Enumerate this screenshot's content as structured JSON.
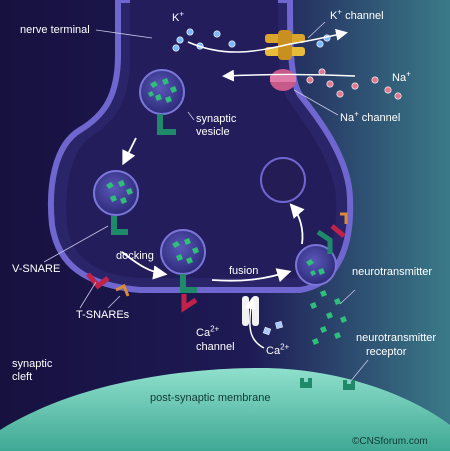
{
  "labels": {
    "nerve_terminal": "nerve terminal",
    "k_ion": "K",
    "k_charge": "+",
    "k_channel": "K",
    "k_channel_charge": "+",
    "k_channel_suffix": " channel",
    "na_ion": "Na",
    "na_charge": "+",
    "na_channel": "Na",
    "na_channel_charge": "+",
    "na_channel_suffix": " channel",
    "synaptic_vesicle_1": "synaptic",
    "synaptic_vesicle_2": "vesicle",
    "docking": "docking",
    "fusion": "fusion",
    "v_snare": "V-SNARE",
    "t_snares": "T-SNAREs",
    "ca_channel_1a": "Ca",
    "ca_channel_1b": "2+",
    "ca_channel_2": "channel",
    "ca_ion": "Ca",
    "ca_ion_charge": "2+",
    "neurotransmitter": "neurotransmitter",
    "nt_receptor_1": "neurotransmitter",
    "nt_receptor_2": "receptor",
    "synaptic_cleft_1": "synaptic",
    "synaptic_cleft_2": "cleft",
    "post_synaptic": "post-synaptic membrane",
    "copyright": "©CNSforum.com"
  },
  "colors": {
    "background": "#1a1445",
    "terminal_fill": "#2a2266",
    "membrane": "#6a60c8",
    "vesicle": "#5a5ab0",
    "neurotransmitter": "#2fbf7a",
    "v_snare": "#1f8a6a",
    "t_snare_red": "#c0224a",
    "t_snare_orange": "#d98a3a",
    "post_membrane": "#7fd6c0",
    "k_channel": "#d9a52a",
    "na_channel": "#c85a8a",
    "label_text": "#ffffff"
  }
}
